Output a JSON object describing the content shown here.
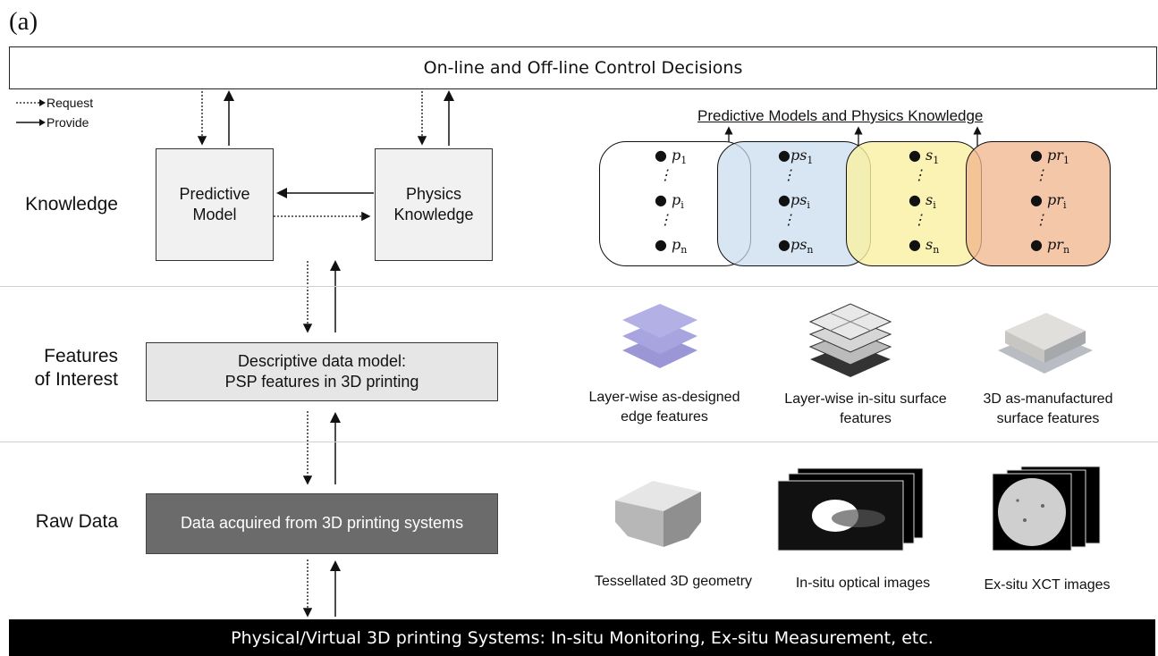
{
  "panel_label": "(a)",
  "top_bar": "On-line and Off-line Control Decisions",
  "bottom_bar": "Physical/Virtual 3D printing Systems: In-situ Monitoring, Ex-situ Measurement, etc.",
  "legend": {
    "request": "Request",
    "provide": "Provide"
  },
  "rows": {
    "knowledge": "Knowledge",
    "features": "Features\nof Interest",
    "raw": "Raw Data"
  },
  "boxes": {
    "predictive_model": "Predictive\nModel",
    "physics_knowledge": "Physics\nKnowledge",
    "descriptive_model": "Descriptive data model:\nPSP features in 3D printing",
    "data_acquired": "Data acquired from 3D printing systems"
  },
  "pm_title": "Predictive Models and Physics Knowledge",
  "pm_groups": [
    {
      "var": "p",
      "colors": "#ffffff"
    },
    {
      "var": "ps",
      "colors": "#dde9f4"
    },
    {
      "var": "s",
      "colors": "#faf3b8"
    },
    {
      "var": "pr",
      "colors": "#f4cbb0"
    }
  ],
  "features_captions": [
    "Layer-wise as-designed\nedge features",
    "Layer-wise in-situ surface\nfeatures",
    "3D as-manufactured\nsurface features"
  ],
  "raw_captions": [
    "Tessellated 3D geometry",
    "In-situ optical images",
    "Ex-situ XCT images"
  ],
  "colors": {
    "raw_box": "#6b6b6b",
    "desc_box": "#e6e6e6",
    "model_box": "#f1f1f1"
  }
}
